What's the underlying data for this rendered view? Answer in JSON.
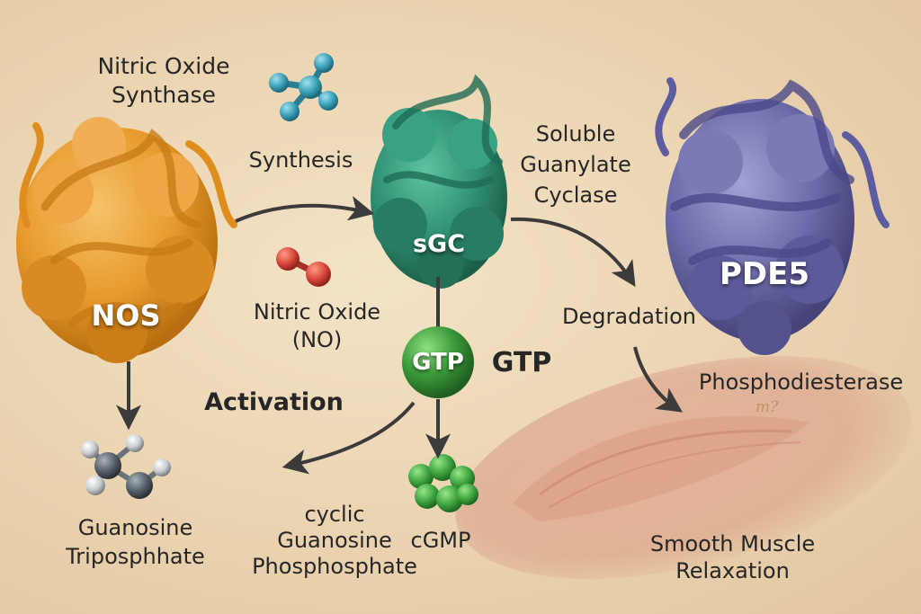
{
  "labels": {
    "nos_title": "Nitric Oxide\nSynthase",
    "synthesis": "Synthesis",
    "soluble_gc": "Soluble\nGuanylate\nCyclase",
    "nitric_oxide": "Nitric Oxide\n(NO)",
    "degradation": "Degradation",
    "gtp_side": "GTP",
    "activation": "Activation",
    "phosphodiesterase": "Phosphodiesterase",
    "guanosine_triphosphate": "Guanosine\nTriposphhate",
    "cyclic_gmp_full": "cyclic\nGuanosine\nPhosphosphate",
    "cgmp": "cGMP",
    "smooth_muscle": "Smooth Muscle\nRelaxation",
    "scribble": "m?"
  },
  "badges": {
    "nos": "NOS",
    "sgc": "sGC",
    "pde5": "PDE5",
    "gtp": "GTP"
  },
  "colors": {
    "nos_protein": "#e89a2c",
    "sgc_protein": "#2f8f72",
    "pde5_protein": "#6c6aa8",
    "gtp_sphere": "#3a9a3a",
    "cgmp_cluster": "#3fa540",
    "no_molecule": "#d8473a",
    "synthesis_molecule": "#3aa0b8",
    "arrow": "#3b3b3b",
    "muscle": "#d9a088"
  }
}
